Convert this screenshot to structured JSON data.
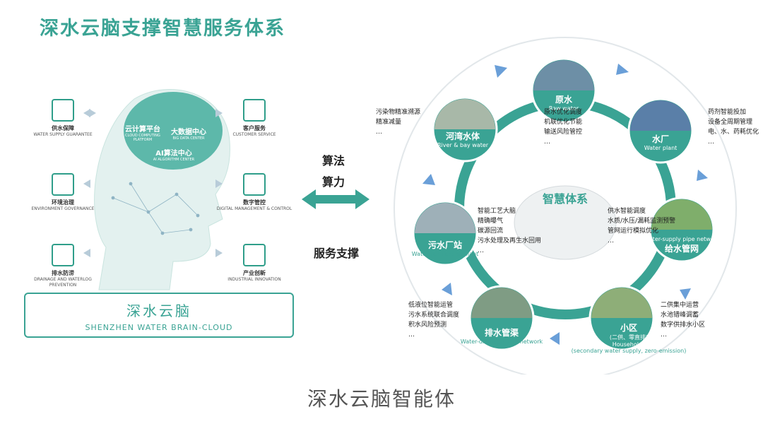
{
  "title": "深水云脑支撑智慧服务体系",
  "left": {
    "items_left": [
      {
        "zh": "供水保障",
        "en": "WATER SUPPLY GUARANTEE"
      },
      {
        "zh": "环境治理",
        "en": "ENVIRONMENT GOVERNANCE"
      },
      {
        "zh": "排水防涝",
        "en": "DRAINAGE AND WATERLOG PREVENTION"
      }
    ],
    "items_right": [
      {
        "zh": "客户服务",
        "en": "CUSTOMER SERVICE"
      },
      {
        "zh": "数字管控",
        "en": "DIGITAL MANAGEMENT & CONTROL"
      },
      {
        "zh": "产业创新",
        "en": "INDUSTRIAL INNOVATION"
      }
    ],
    "brain_labels": {
      "cloud_zh": "云计算平台",
      "cloud_en": "CLOUD COMPUTING PLATFORM",
      "bigdata_zh": "大数据中心",
      "bigdata_en": "BIG DATA CENTER",
      "ai_zh": "AI算法中心",
      "ai_en": "AI ALGORITHM CENTER"
    },
    "brainbox": {
      "zh": "深水云脑",
      "en": "SHENZHEN WATER BRAIN-CLOUD"
    }
  },
  "middle": {
    "line1": "算法",
    "line2": "算力",
    "line3": "服务支撑"
  },
  "center": "智慧体系",
  "nodes": [
    {
      "zh": "原水",
      "en": "Raw water"
    },
    {
      "zh": "水厂",
      "en": "Water plant"
    },
    {
      "zh": "给水管网",
      "en": "Water-supply pipe network"
    },
    {
      "zh": "小区",
      "en": "(二供、零直排)",
      "en2": "Households",
      "en3": "(secondary water supply, zero-emission)"
    },
    {
      "zh": "排水管渠",
      "en": "Water-drainage pipe network"
    },
    {
      "zh": "污水厂站",
      "en": "Water purification plant"
    },
    {
      "zh": "河湾水体",
      "en": "River & bay water"
    }
  ],
  "descs": {
    "raw": [
      "原水优化调度",
      "机联优化节能",
      "输送风险管控",
      "…"
    ],
    "plant": [
      "药剂智能投加",
      "设备全周期管理",
      "电、水、药耗优化",
      "…"
    ],
    "supply": [
      "供水智能调度",
      "水质/水压/漏耗监测预警",
      "管网运行模拟优化",
      "…"
    ],
    "house": [
      "二供集中运营",
      "水池错峰调蓄",
      "数字供排水小区",
      "…"
    ],
    "drain": [
      "低液位智能运管",
      "污水系统联合调度",
      "积水风险预测",
      "…"
    ],
    "purif": [
      "智能工艺大脑",
      "精确曝气",
      "碳源回流",
      "污水处理及再生水回用",
      "…"
    ],
    "river": [
      "污染物精准溯源",
      "精准减量",
      "…"
    ]
  },
  "caption": "深水云脑智能体",
  "colors": {
    "accent": "#3aa394",
    "ring": "#3aa394",
    "arrow": "#6a9fd8"
  }
}
